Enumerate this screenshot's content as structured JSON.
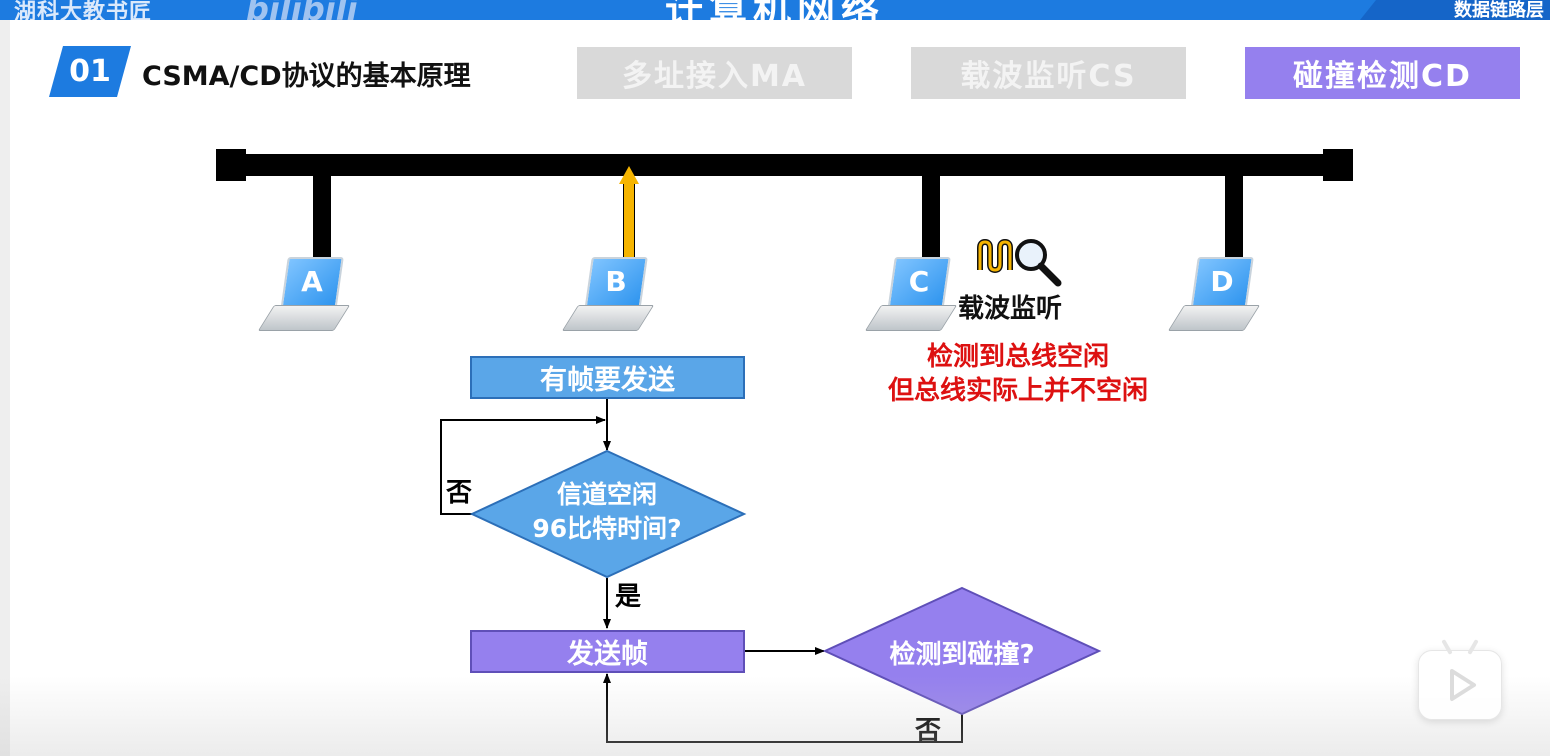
{
  "header": {
    "watermark": "湖科大教书匠",
    "brand_logo": "bilibili",
    "course_title": "计算机网络",
    "chapter": "数据链路层"
  },
  "section": {
    "number": "01",
    "title": "CSMA/CD协议的基本原理"
  },
  "tabs": [
    {
      "label": "多址接入MA",
      "active": false
    },
    {
      "label": "载波监听CS",
      "active": false
    },
    {
      "label": "碰撞检测CD",
      "active": true
    }
  ],
  "stations": [
    "A",
    "B",
    "C",
    "D"
  ],
  "carrier_sense": {
    "icon": "carrier-wave-magnifier-icon",
    "label": "载波监听",
    "warning_line1": "检测到总线空闲",
    "warning_line2": "但总线实际上并不空闲"
  },
  "flowchart": {
    "start": "有帧要发送",
    "decision1_line1": "信道空闲",
    "decision1_line2": "96比特时间?",
    "no_label_1": "否",
    "yes_label": "是",
    "send": "发送帧",
    "decision2": "检测到碰撞?",
    "no_label_2": "否"
  },
  "colors": {
    "accent_blue": "#1d7be0",
    "tab_active": "#9580ee",
    "tab_inactive": "#d9d9d9",
    "flow_blue": "#5aa6e8",
    "flow_purple": "#9580ee",
    "warning_red": "#dd1111",
    "signal_yellow": "#f5b400"
  },
  "player": {
    "icon": "play-icon"
  }
}
